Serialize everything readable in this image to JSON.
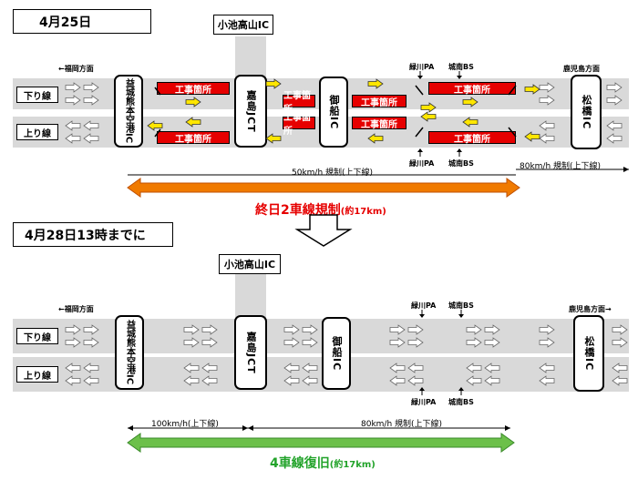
{
  "panel1": {
    "date": "4月25日",
    "ic_kotakayama": "小池高山IC",
    "dir_left": "←福岡方面",
    "dir_right": "鹿児島方面",
    "lane_down": "下り線",
    "lane_up": "上り線",
    "ic_airport": "益城熊本空港IC",
    "ic_kashima": "嘉島JCT",
    "ic_mifune": "御船IC",
    "ic_matsubase": "松橋IC",
    "pa_top": "緑川PA",
    "bs_top": "城南BS",
    "pa_bottom": "緑川PA",
    "bs_bottom": "城南BS",
    "work_label": "工事箇所",
    "speed_50": "50km/h 規制(上下線)",
    "speed_80": "80km/h 規制(上下線)",
    "headline": "終日2車線規制",
    "headline_sub": "(約17km)"
  },
  "panel2": {
    "date": "4月28日13時までに",
    "ic_kotakayama": "小池高山IC",
    "dir_left": "←福岡方面",
    "dir_right": "鹿児島方面→",
    "lane_down": "下り線",
    "lane_up": "上り線",
    "ic_airport": "益城熊本空港IC",
    "ic_kashima": "嘉島JCT",
    "ic_mifune": "御船IC",
    "ic_matsubase": "松橋IC",
    "pa_top": "緑川PA",
    "bs_top": "城南BS",
    "pa_bottom": "緑川PA",
    "bs_bottom": "城南BS",
    "speed_100": "100km/h(上下線)",
    "speed_80": "80km/h 規制(上下線)",
    "headline": "4車線復旧",
    "headline_sub": "(約17km)"
  },
  "colors": {
    "road": "#d9d9d9",
    "work": "#e60000",
    "yellow_arrow": "#ffe600",
    "orange_arrow": "#f07a00",
    "green_arrow": "#6cc04a"
  }
}
